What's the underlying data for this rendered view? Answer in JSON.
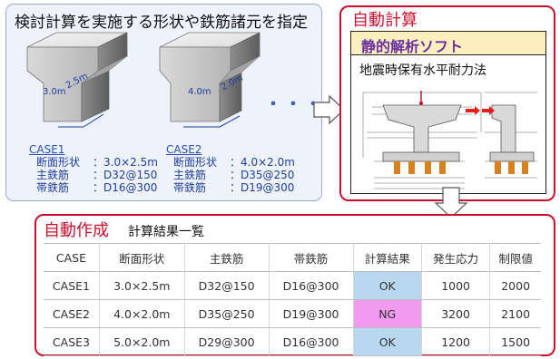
{
  "spec_panel": {
    "title": "検討計算を実施する形状や鉄筋諸元を指定",
    "dots": "・・・・",
    "case1": {
      "name": "CASE1",
      "dim_width": "3.0m",
      "dim_depth": "2.5m",
      "rows": [
        {
          "label": "断面形状",
          "value": "：3.0×2.5m"
        },
        {
          "label": "主鉄筋",
          "value": "：D32@150"
        },
        {
          "label": "帯鉄筋",
          "value": "：D16@300"
        }
      ]
    },
    "case2": {
      "name": "CASE2",
      "dim_width": "4.0m",
      "dim_depth": "2.0m",
      "rows": [
        {
          "label": "断面形状",
          "value": "：4.0×2.0m"
        },
        {
          "label": "主鉄筋",
          "value": "：D35@250"
        },
        {
          "label": "帯鉄筋",
          "value": "：D19@300"
        }
      ]
    }
  },
  "auto_calc": {
    "title": "自動計算",
    "software_title": "静的解析ソフト",
    "method": "地震時保有水平耐力法"
  },
  "auto_create": {
    "title": "自動作成",
    "subtitle": "計算結果一覧",
    "headers": [
      "CASE",
      "断面形状",
      "主鉄筋",
      "帯鉄筋",
      "計算結果",
      "発生応力",
      "制限値"
    ],
    "rows": [
      [
        "CASE1",
        "3.0×2.5m",
        "D32@150",
        "D16@300",
        "OK",
        "1000",
        "2000"
      ],
      [
        "CASE2",
        "4.0×2.0m",
        "D35@250",
        "D19@300",
        "NG",
        "3200",
        "2100"
      ],
      [
        "CASE3",
        "5.0×2.0m",
        "D29@300",
        "D16@300",
        "OK",
        "1200",
        "1500"
      ]
    ]
  },
  "colors": {
    "accent_red": "#c8102e",
    "panel_blue": "#eef2fb",
    "ok_fill": "#b9d7ee",
    "ng_fill": "#f09bef",
    "software_head_fill": "#fcefbe"
  }
}
